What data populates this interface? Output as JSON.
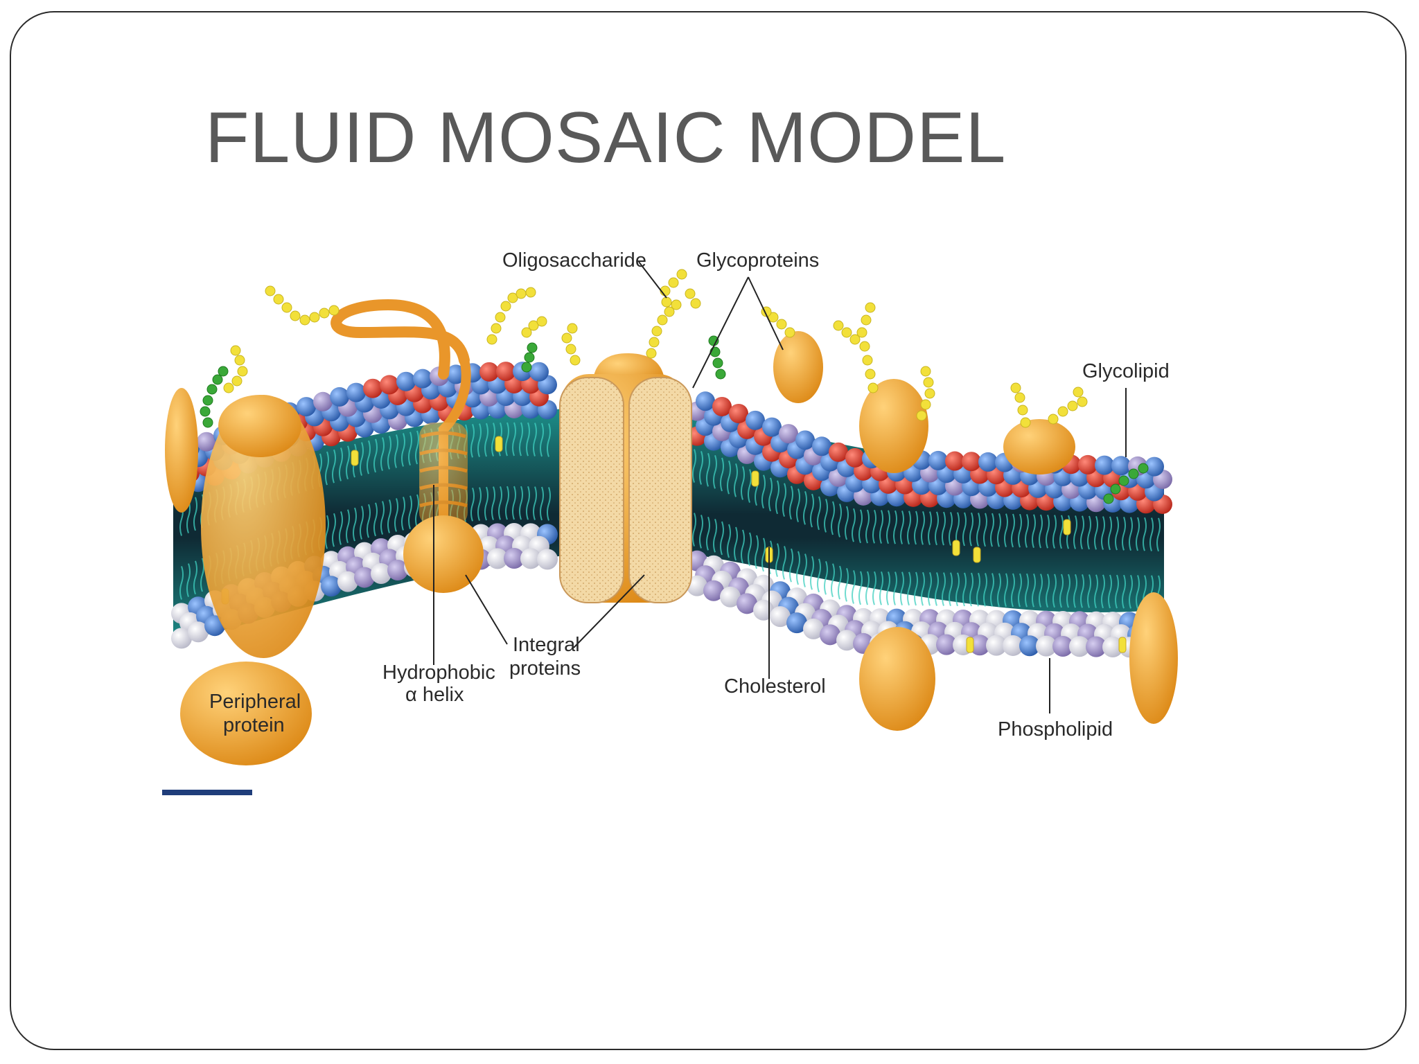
{
  "slide": {
    "title": "FLUID MOSAIC MODEL"
  },
  "diagram": {
    "labels": {
      "oligosaccharide": "Oligosaccharide",
      "glycoproteins": "Glycoproteins",
      "glycolipid": "Glycolipid",
      "hydrophobic_line1": "Hydrophobic",
      "hydrophobic_line2": "α helix",
      "integral_line1": "Integral",
      "integral_line2": "proteins",
      "cholesterol": "Cholesterol",
      "phospholipid": "Phospholipid",
      "peripheral_line1": "Peripheral",
      "peripheral_line2": "protein"
    },
    "colors": {
      "head_red": "#d33a2a",
      "head_blue": "#3f78c8",
      "head_purple": "#9a8cc4",
      "head_white": "#e4e4ee",
      "tail_teal": "#2aa39a",
      "core_dark": "#12303a",
      "protein_orange": "#f0a030",
      "channel_tan": "#f3d9a6",
      "sugar_yellow": "#f2e03a",
      "sugar_green": "#3aa838",
      "accent_rule": "#1f3d7a"
    }
  }
}
